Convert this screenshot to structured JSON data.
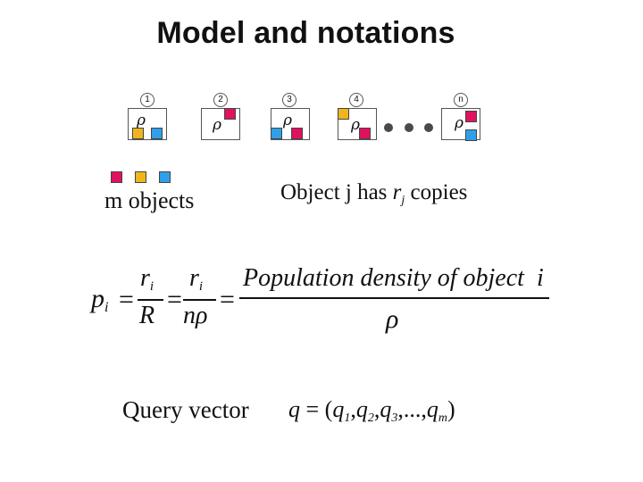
{
  "title": "Model and notations",
  "colors": {
    "red": "#e0125f",
    "yellow": "#f1b51c",
    "blue": "#2f9fe9"
  },
  "nodes": [
    {
      "id": "1",
      "rho": "ρ"
    },
    {
      "id": "2",
      "rho": "ρ"
    },
    {
      "id": "3",
      "rho": "ρ"
    },
    {
      "id": "4",
      "rho": "ρ"
    },
    {
      "id": "n",
      "rho": "ρ"
    }
  ],
  "objects_label": "m objects",
  "copies_label": {
    "before": "Object j has",
    "r": "r",
    "j": "j",
    "after": "copies"
  },
  "formula": {
    "p": "p",
    "i": "i",
    "eq": "=",
    "r": "r",
    "R": "R",
    "n_rho": "nρ",
    "numerator": "Population density of object  i",
    "rho": "ρ"
  },
  "query": {
    "label": "Query vector",
    "q": "q",
    "eq": "=",
    "open": "(",
    "close": ")",
    "q_letter": "q",
    "subs": [
      "1",
      "2",
      "3",
      "m"
    ],
    "comma": ",",
    "ellipsis": "...,"
  }
}
